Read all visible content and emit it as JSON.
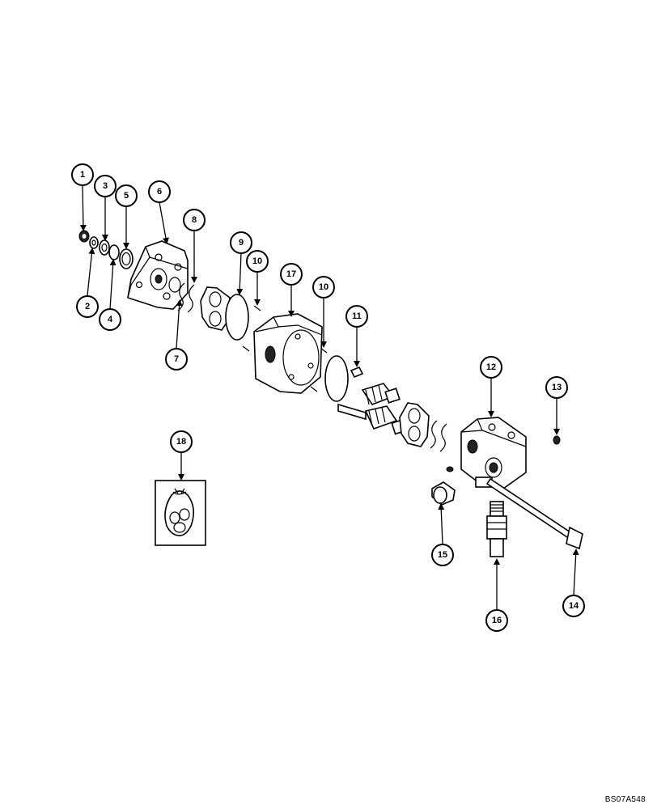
{
  "drawing_ref": "BS07A548",
  "callouts": [
    "1",
    "2",
    "3",
    "4",
    "5",
    "6",
    "7",
    "8",
    "9",
    "10",
    "10",
    "11",
    "12",
    "13",
    "14",
    "15",
    "16",
    "17",
    "18"
  ],
  "icons": {
    "kit_bag": "bag-icon",
    "arrowheads": "arrow-icon"
  }
}
